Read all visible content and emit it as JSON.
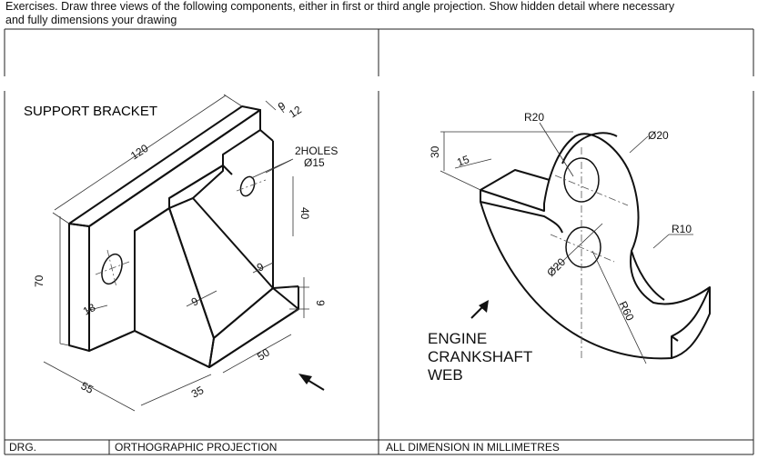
{
  "header": {
    "line1": "Exercises. Draw three views of the following components, either in first or third angle projection.  Show hidden detail where necessary",
    "line2": "and fully dimensions your drawing"
  },
  "left_drawing": {
    "title": "SUPPORT BRACKET",
    "dims": {
      "length": "120",
      "top_a": "9",
      "top_b": "12",
      "holes_line1": "2HOLES",
      "holes_line2": "Ø15",
      "hole_height": "40",
      "height": "70",
      "hole_offset": "18",
      "rib_a": "9",
      "rib_b": "9",
      "base_thk": "9",
      "base_len": "50",
      "depth": "55",
      "base_width": "35"
    }
  },
  "right_drawing": {
    "title_line1": "ENGINE",
    "title_line2": "CRANKSHAFT",
    "title_line3": "WEB",
    "dims": {
      "r20": "R20",
      "dia20_top": "Ø20",
      "height30": "30",
      "width15": "15",
      "r10": "R10",
      "dia20_mid": "Ø20",
      "r60": "R60"
    }
  },
  "footer": {
    "drg": "DRG.",
    "title": "ORTHOGRAPHIC PROJECTION",
    "units": "ALL DIMENSION IN MILLIMETRES"
  }
}
